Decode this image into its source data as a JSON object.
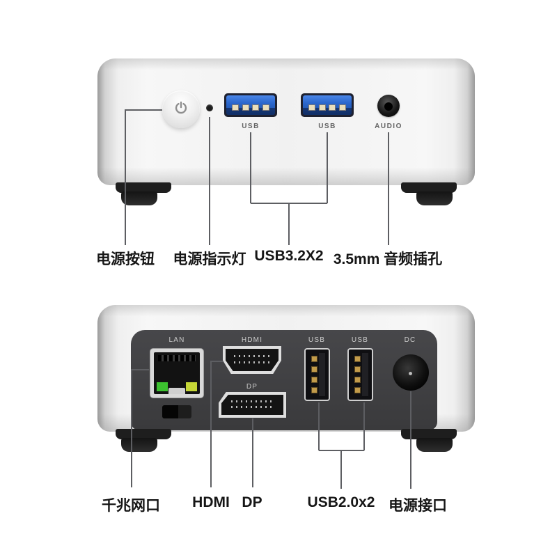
{
  "front": {
    "port_labels": {
      "usb1": "USB",
      "usb2": "USB",
      "audio": "AUDIO"
    },
    "callouts": {
      "power": "电源按钮",
      "led": "电源指示灯",
      "usb": "USB3.2X2",
      "audio": "3.5mm 音频插孔"
    }
  },
  "rear": {
    "port_labels": {
      "lan": "LAN",
      "hdmi": "HDMI",
      "dp": "DP",
      "usb1": "USB",
      "usb2": "USB",
      "dc": "DC"
    },
    "callouts": {
      "lan": "千兆网口",
      "hdmi": "HDMI",
      "dp": "DP",
      "usb": "USB2.0x2",
      "power": "电源接口"
    }
  },
  "colors": {
    "background": "#ffffff",
    "body_metal_center": "#f3f3f3",
    "body_metal_edge": "#9a9a9a",
    "rear_panel": "#3f3f41",
    "usb3_blue": "#2a66cc",
    "callout_line": "#5d5e62",
    "label_text": "#161616",
    "panel_label_text": "#cbcbcb",
    "lan_led_green": "#3cc12f",
    "lan_led_yellow": "#c5d636",
    "usb_pin_gold": "#c29b4a"
  }
}
